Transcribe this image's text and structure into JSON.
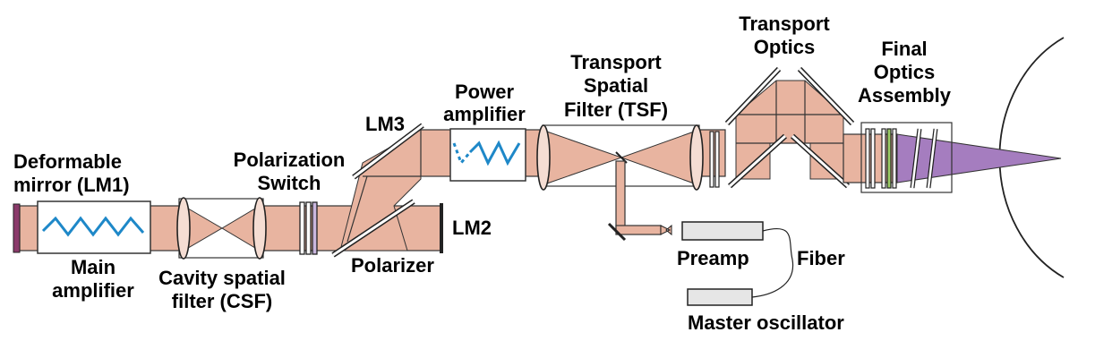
{
  "labels": {
    "deformable_mirror_1": "Deformable",
    "deformable_mirror_2": "mirror (LM1)",
    "main_amplifier_1": "Main",
    "main_amplifier_2": "amplifier",
    "csf_1": "Cavity spatial",
    "csf_2": "filter (CSF)",
    "polarization_switch_1": "Polarization",
    "polarization_switch_2": "Switch",
    "lm3": "LM3",
    "lm2": "LM2",
    "polarizer": "Polarizer",
    "power_amplifier_1": "Power",
    "power_amplifier_2": "amplifier",
    "tsf_1": "Transport",
    "tsf_2": "Spatial",
    "tsf_3": "Filter (TSF)",
    "transport_optics_1": "Transport",
    "transport_optics_2": "Optics",
    "final_optics_1": "Final",
    "final_optics_2": "Optics",
    "final_optics_3": "Assembly",
    "preamp": "Preamp",
    "fiber": "Fiber",
    "master_oscillator": "Master oscillator"
  },
  "colors": {
    "beam": "#e8b4a0",
    "flashlamp": "#1e88c8",
    "target_beam": "#a57dbf",
    "green_element": "#9ccc65",
    "deformable_mirror": "#8a3a6a"
  }
}
